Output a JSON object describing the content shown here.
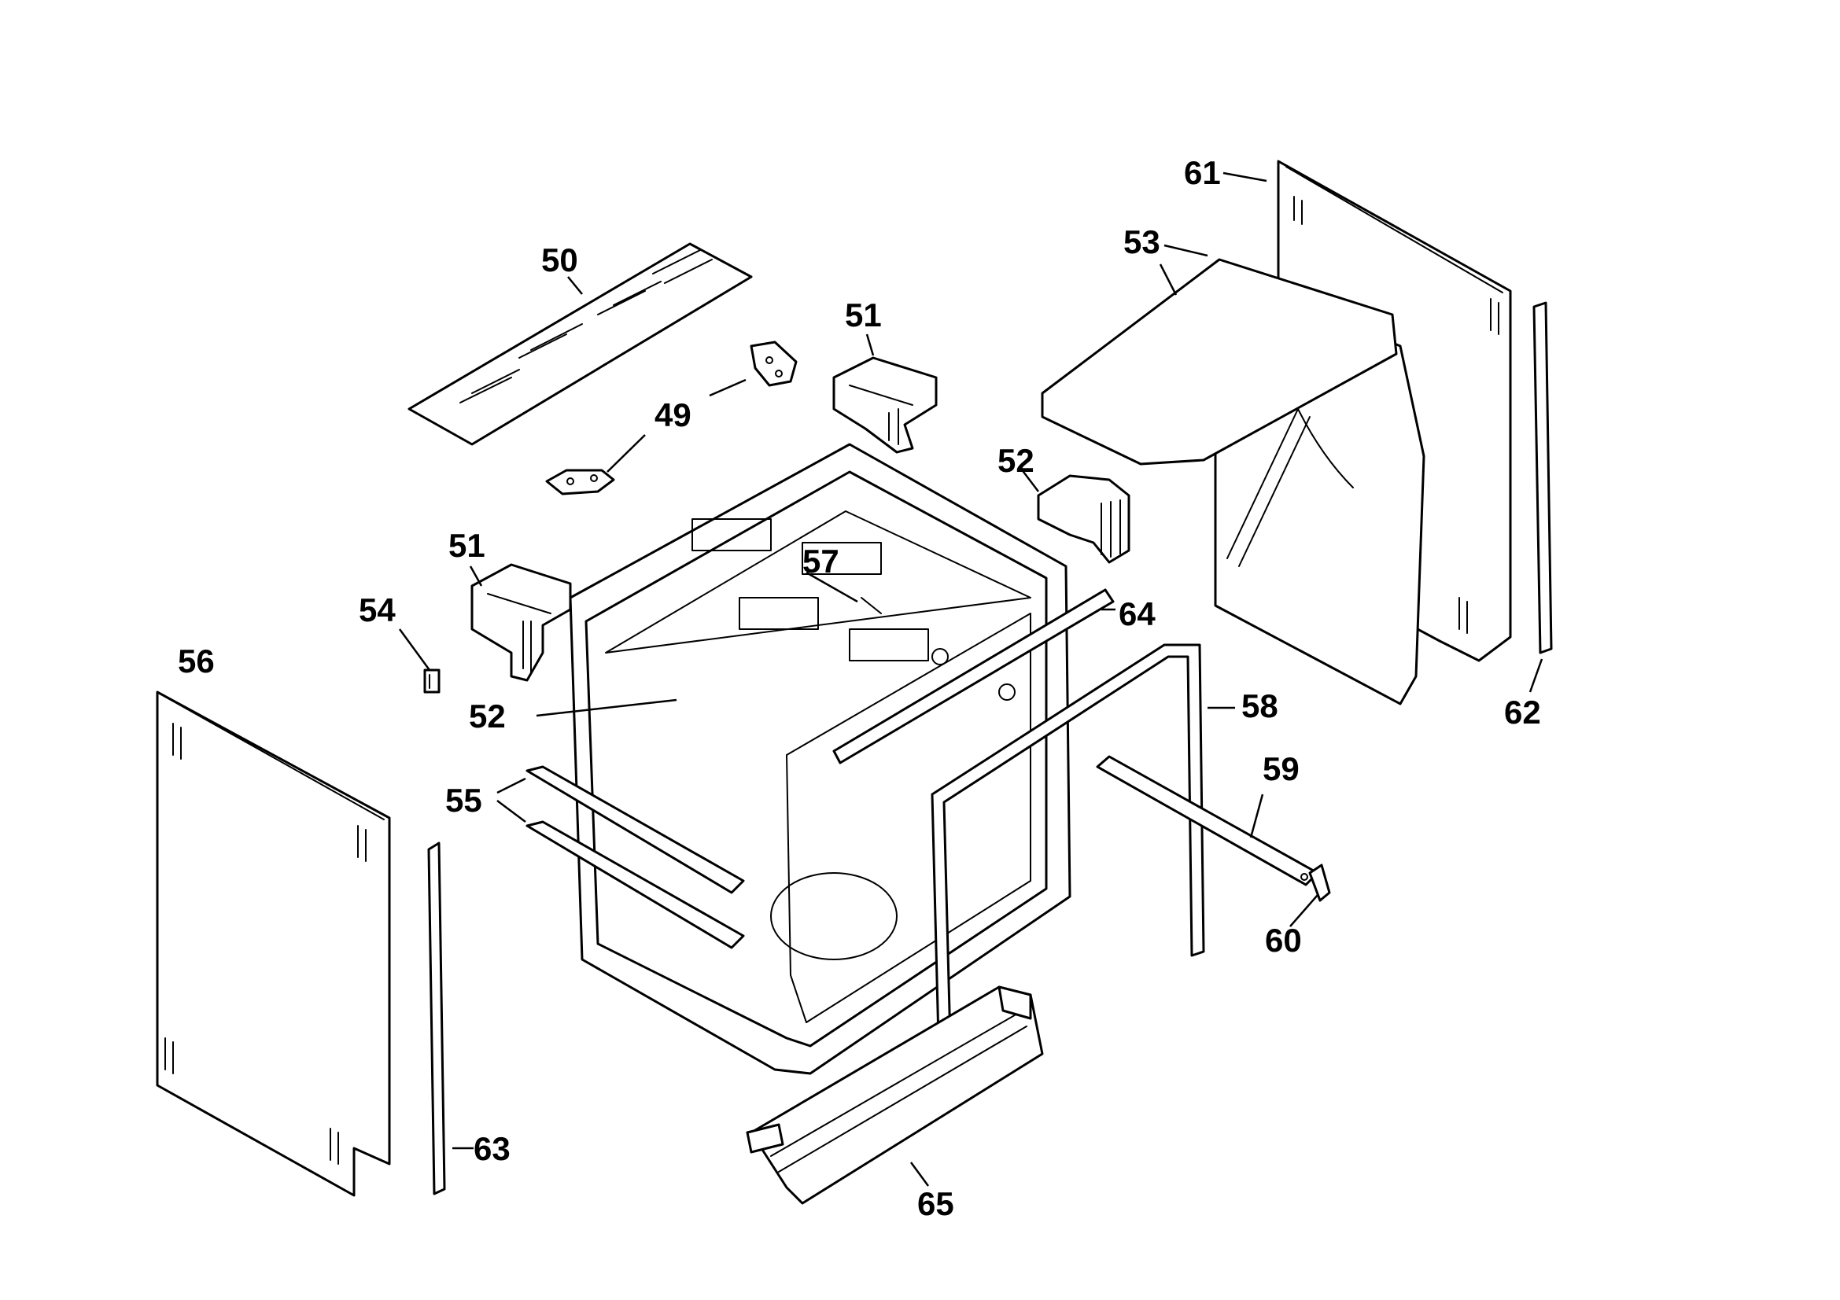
{
  "callouts": [
    {
      "id": "c50",
      "label": "50"
    },
    {
      "id": "c49",
      "label": "49"
    },
    {
      "id": "c51a",
      "label": "51"
    },
    {
      "id": "c51b",
      "label": "51"
    },
    {
      "id": "c61",
      "label": "61"
    },
    {
      "id": "c53",
      "label": "53"
    },
    {
      "id": "c52a",
      "label": "52"
    },
    {
      "id": "c52b",
      "label": "52"
    },
    {
      "id": "c57",
      "label": "57"
    },
    {
      "id": "c54",
      "label": "54"
    },
    {
      "id": "c56",
      "label": "56"
    },
    {
      "id": "c64",
      "label": "64"
    },
    {
      "id": "c58",
      "label": "58"
    },
    {
      "id": "c55",
      "label": "55"
    },
    {
      "id": "c59",
      "label": "59"
    },
    {
      "id": "c60",
      "label": "60"
    },
    {
      "id": "c62",
      "label": "62"
    },
    {
      "id": "c63",
      "label": "63"
    },
    {
      "id": "c65",
      "label": "65"
    }
  ]
}
